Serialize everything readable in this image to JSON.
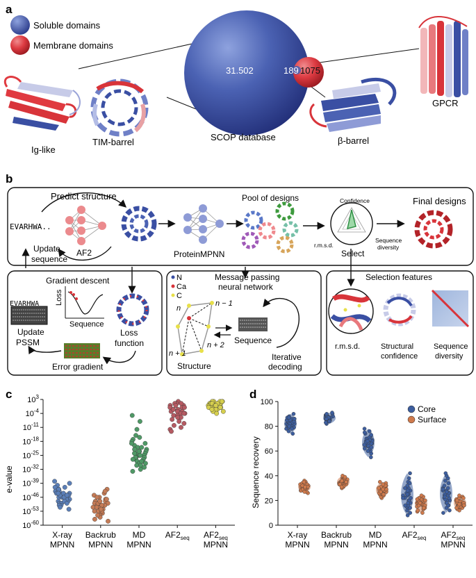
{
  "panels": {
    "a": {
      "letter": "a",
      "legend": [
        "Soluble domains",
        "Membrane domains"
      ],
      "sphere_labels": [
        "31.502",
        "189",
        "1075"
      ],
      "caption_center": "SCOP database",
      "structure_labels": [
        "Ig-like",
        "TIM-barrel",
        "β-barrel",
        "GPCR"
      ],
      "colors": {
        "soluble": "#3a4fa3",
        "membrane": "#d8343a"
      }
    },
    "b": {
      "letter": "b",
      "sequence_text": "EVARHWA..",
      "predict_structure": "Predict structure",
      "af2": "AF2",
      "update_sequence": [
        "Update",
        "sequence"
      ],
      "protein_mpnn": "ProteinMPNN",
      "pool_of_designs": "Pool of designs",
      "confidence": "Confidence",
      "rmsd_small": "r.m.s.d.",
      "select": "Select",
      "sequence_diversity_small": [
        "Sequence",
        "diversity"
      ],
      "final_designs": "Final designs",
      "gradient_descent": "Gradient descent",
      "loss_axis": "Loss",
      "sequence_axis": "Sequence",
      "pssm_text": "EVARHWA",
      "update_pssm": [
        "Update",
        "PSSM"
      ],
      "loss_function": [
        "Loss",
        "function"
      ],
      "error_gradient": "Error gradient",
      "atoms": [
        "N",
        "Ca",
        "C"
      ],
      "message_passing": [
        "Message passing",
        "neural network"
      ],
      "node_labels": [
        "n",
        "n − 1",
        "n + 1",
        "n + 2"
      ],
      "sequence_label": "Sequence",
      "structure_label": "Structure",
      "iterative_decoding": [
        "Iterative",
        "decoding"
      ],
      "selection_features": "Selection features",
      "feature_labels": [
        "r.m.s.d.",
        [
          "Structural",
          "confidence"
        ],
        [
          "Sequence",
          "diversity"
        ]
      ]
    }
  },
  "chart_data": [
    {
      "panel": "c",
      "type": "scatter",
      "ylabel": "e-value",
      "yscale": "log",
      "y_ticks": [
        "10^3",
        "10^-4",
        "10^-11",
        "10^-18",
        "10^-25",
        "10^-32",
        "10^-39",
        "10^-46",
        "10^-53",
        "10^-60"
      ],
      "ylim_exp": [
        -60,
        3
      ],
      "categories": [
        [
          "X-ray",
          "MPNN"
        ],
        [
          "Backrub",
          "MPNN"
        ],
        [
          "MD",
          "MPNN"
        ],
        [
          "AF2seq"
        ],
        [
          "AF2seq",
          "MPNN"
        ]
      ],
      "colors": [
        "#5b7fb8",
        "#c47b56",
        "#4f9966",
        "#b55a62",
        "#d6cf4e"
      ],
      "series": [
        {
          "values": [
            -38,
            -40,
            -41,
            -42,
            -43,
            -43,
            -44,
            -44,
            -44,
            -45,
            -45,
            -45,
            -46,
            -46,
            -46,
            -46,
            -47,
            -47,
            -47,
            -48,
            -48,
            -48,
            -49,
            -49,
            -50,
            -50,
            -51,
            -52,
            -41,
            -39,
            -43,
            -45,
            -47,
            -44,
            -46,
            -48,
            -42,
            -49,
            -44,
            -45
          ]
        },
        {
          "values": [
            -42,
            -44,
            -45,
            -46,
            -47,
            -48,
            -48,
            -49,
            -49,
            -50,
            -50,
            -51,
            -51,
            -52,
            -52,
            -53,
            -53,
            -54,
            -55,
            -56,
            -57,
            -43,
            -47,
            -49,
            -51,
            -53,
            -46,
            -50,
            -52,
            -48,
            -55,
            -58
          ]
        },
        {
          "values": [
            -5,
            -8,
            -12,
            -15,
            -16,
            -17,
            -18,
            -19,
            -20,
            -21,
            -22,
            -22,
            -23,
            -23,
            -24,
            -24,
            -25,
            -25,
            -26,
            -26,
            -27,
            -27,
            -28,
            -28,
            -29,
            -29,
            -30,
            -30,
            -31,
            -32,
            -33,
            -21,
            -24,
            -26,
            -28,
            -19,
            -23,
            -27,
            -25,
            -22
          ]
        },
        {
          "values": [
            2,
            1,
            1,
            0,
            0,
            -1,
            -1,
            -2,
            -2,
            -3,
            -3,
            -4,
            -4,
            -5,
            -6,
            -7,
            -8,
            -9,
            -10,
            -11,
            -12,
            -13,
            0,
            -1,
            -3,
            -5,
            -2,
            1,
            -6,
            -4
          ]
        },
        {
          "values": [
            2,
            2,
            2,
            1,
            1,
            1,
            1,
            0,
            0,
            0,
            0,
            -1,
            -1,
            -1,
            -2,
            -2,
            -3,
            -3,
            -4,
            1,
            2,
            0,
            -1,
            1,
            0,
            -2,
            2,
            1,
            0,
            -1
          ]
        }
      ]
    },
    {
      "panel": "d",
      "type": "scatter",
      "ylabel": "Sequence recovery",
      "ylim": [
        0,
        100
      ],
      "y_ticks": [
        0,
        20,
        40,
        60,
        80,
        100
      ],
      "categories": [
        [
          "X-ray",
          "MPNN"
        ],
        [
          "Backrub",
          "MPNN"
        ],
        [
          "MD",
          "MPNN"
        ],
        [
          "AF2seq"
        ],
        [
          "AF2seq",
          "MPNN"
        ]
      ],
      "colors": {
        "Core": "#3d5e9e",
        "Surface": "#cf7a4c"
      },
      "series": [
        {
          "name": "Core",
          "values": [
            [
              78,
              80,
              82,
              83,
              84,
              85,
              86,
              87,
              88,
              79,
              81,
              83,
              85,
              76,
              80,
              84,
              82,
              86,
              74,
              90,
              81,
              83,
              79,
              85,
              82,
              87,
              80,
              84,
              78,
              86
            ],
            [
              82,
              84,
              85,
              86,
              87,
              88,
              88,
              89,
              90,
              85,
              86,
              87,
              88,
              89,
              84,
              86,
              87,
              91,
              83,
              88,
              86,
              85,
              87,
              89,
              86,
              88,
              87,
              84,
              90,
              86
            ],
            [
              55,
              58,
              60,
              62,
              64,
              65,
              66,
              67,
              68,
              69,
              70,
              72,
              74,
              76,
              78,
              64,
              66,
              68,
              70,
              62,
              67,
              71,
              65,
              69,
              63,
              73,
              60,
              75,
              66,
              68
            ],
            [
              8,
              10,
              12,
              14,
              15,
              16,
              18,
              20,
              22,
              24,
              25,
              26,
              28,
              30,
              32,
              35,
              38,
              42,
              20,
              22,
              24,
              26,
              28,
              18,
              16,
              30,
              14,
              34,
              22,
              25
            ],
            [
              10,
              12,
              14,
              16,
              18,
              20,
              22,
              24,
              26,
              28,
              30,
              32,
              34,
              36,
              38,
              40,
              42,
              20,
              22,
              24,
              26,
              28,
              30,
              18,
              16,
              25,
              27,
              29,
              21,
              23
            ]
          ]
        },
        {
          "name": "Surface",
          "values": [
            [
              26,
              27,
              28,
              29,
              30,
              30,
              31,
              31,
              32,
              32,
              33,
              33,
              34,
              35,
              36,
              29,
              30,
              31,
              32,
              30,
              28,
              33,
              31,
              29,
              34,
              30,
              32,
              31,
              27,
              35
            ],
            [
              30,
              31,
              32,
              33,
              34,
              34,
              35,
              35,
              36,
              36,
              37,
              37,
              38,
              39,
              40,
              33,
              34,
              35,
              36,
              35,
              32,
              37,
              34,
              38,
              35,
              36,
              33,
              35,
              31,
              39
            ],
            [
              22,
              23,
              24,
              25,
              26,
              27,
              28,
              28,
              29,
              29,
              30,
              30,
              31,
              32,
              33,
              34,
              35,
              27,
              28,
              29,
              30,
              26,
              31,
              28,
              32,
              27,
              29,
              33,
              25,
              30
            ],
            [
              10,
              11,
              12,
              13,
              14,
              15,
              16,
              16,
              17,
              17,
              18,
              18,
              19,
              19,
              20,
              21,
              22,
              23,
              24,
              16,
              17,
              18,
              15,
              19,
              14,
              20,
              17,
              16,
              18,
              21
            ],
            [
              12,
              13,
              14,
              15,
              15,
              16,
              16,
              17,
              17,
              18,
              18,
              19,
              19,
              20,
              21,
              22,
              23,
              24,
              16,
              17,
              18,
              15,
              19,
              17,
              20,
              14,
              18,
              16,
              22,
              17
            ]
          ]
        }
      ]
    }
  ]
}
